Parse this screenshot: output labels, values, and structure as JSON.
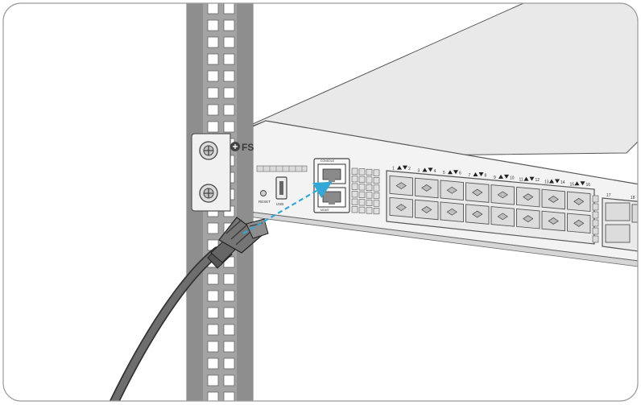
{
  "brand": {
    "logo_text": "FS"
  },
  "labels": {
    "reset": "RESET",
    "usb": "USB",
    "console_port": "CONSOLE",
    "mgmt_port": "MGMT"
  },
  "port_numbers": [
    "1",
    "2",
    "3",
    "4",
    "5",
    "6",
    "7",
    "8",
    "9",
    "10",
    "11",
    "12",
    "13",
    "14",
    "15",
    "16"
  ],
  "right_group_numbers": [
    "17",
    "18"
  ],
  "colors": {
    "frame": "#9a9a9a",
    "switch_body": "#e8e8e8",
    "rack": "#9b9b9b",
    "cable": "#6e6e6e",
    "connection_arrow": "#33a7d6"
  },
  "icons": {
    "rack_screw": "rack-screw-icon",
    "cable": "rj45-cable-icon",
    "arrow": "connection-arrow-icon"
  }
}
